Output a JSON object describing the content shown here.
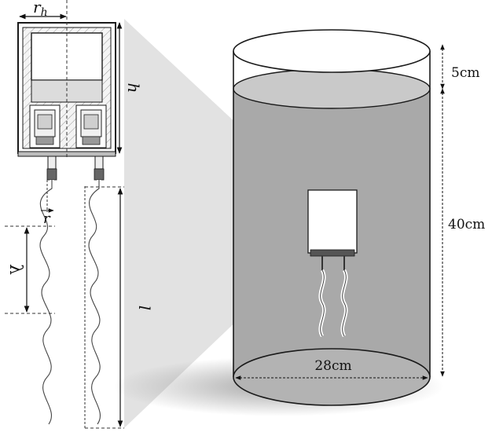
{
  "diagram": {
    "labels": {
      "head_radius": "r",
      "head_radius_sub": "h",
      "head_height": "h",
      "tail_radius": "r",
      "wavelength": "λ",
      "tail_length": "l",
      "gap_height": "5cm",
      "fluid_height": "40cm",
      "tank_diameter": "28cm"
    },
    "colors": {
      "fluid": "#a9a9a9",
      "fluid_top": "#c9c9c9",
      "cone": "#e2e2e2",
      "outline": "#1a1a1a"
    }
  }
}
